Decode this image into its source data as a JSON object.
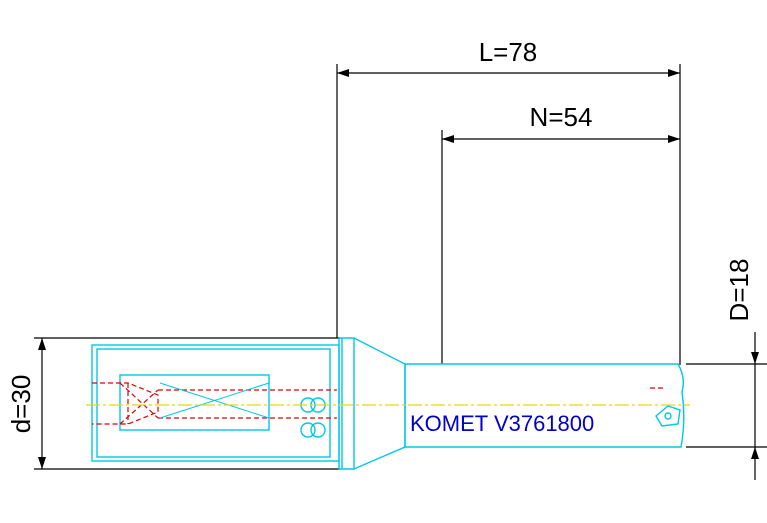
{
  "dimensions": {
    "overall_length": "L=78",
    "cutting_length": "N=54",
    "cutting_diameter": "D=18",
    "shank_diameter": "d=30"
  },
  "product_label": "KOMET V3761800",
  "colors": {
    "outline": "#00c8e6",
    "hidden_lines": "#e00000",
    "center_line": "#e6d800",
    "dimension_lines": "#000000",
    "label": "#0000d0"
  }
}
